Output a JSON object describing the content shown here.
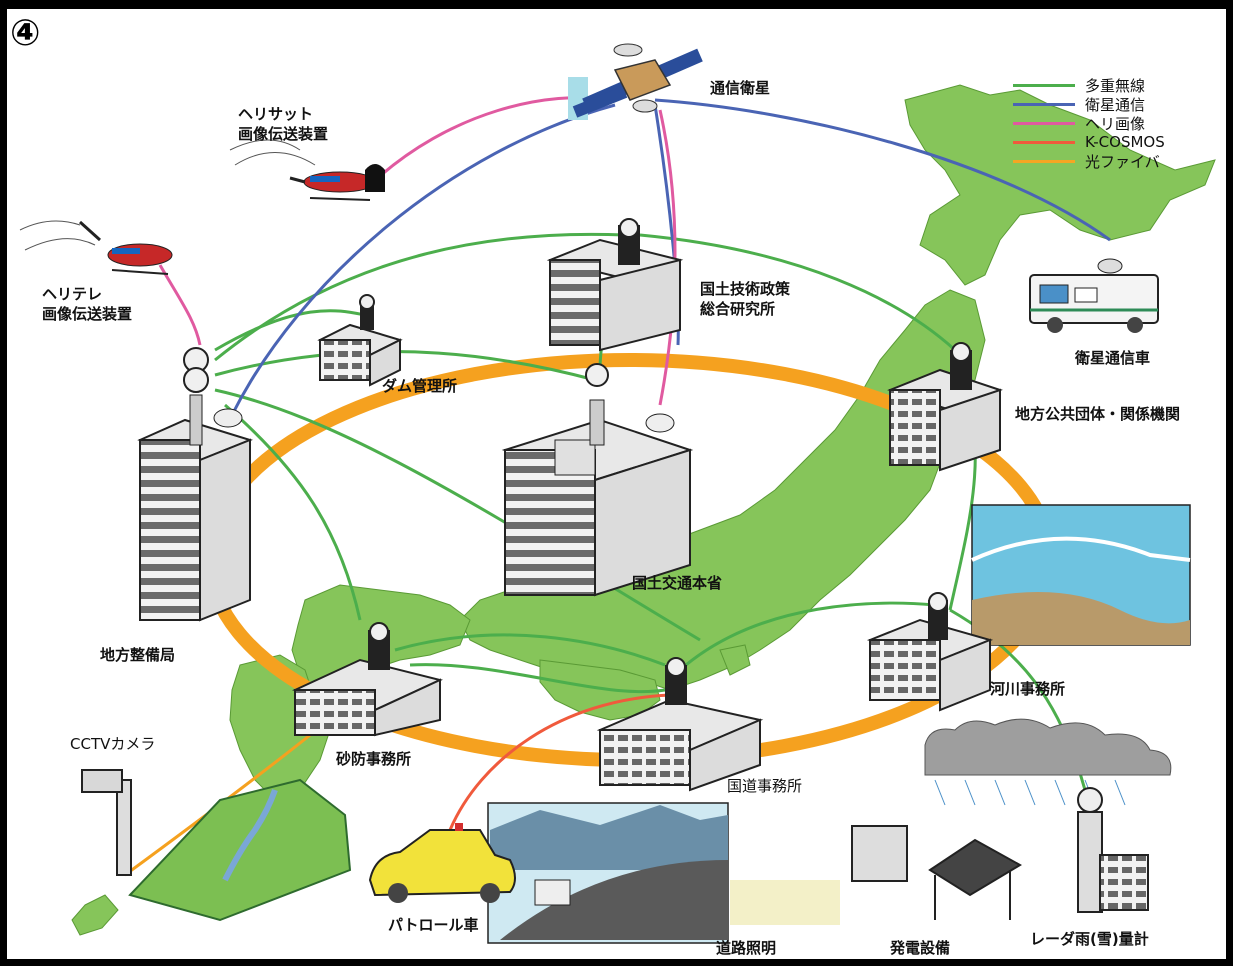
{
  "panel_number": "④",
  "legend": [
    {
      "label": "多重無線",
      "color": "#4cae4c"
    },
    {
      "label": "衛星通信",
      "color": "#4a64b4"
    },
    {
      "label": "ヘリ画像",
      "color": "#e05aa0"
    },
    {
      "label": "K-COSMOS",
      "color": "#f05a3c"
    },
    {
      "label": "光ファイバ",
      "color": "#f5a623"
    }
  ],
  "labels": {
    "satellite": "通信衛星",
    "helisat_1": "ヘリサット",
    "helisat_2": "画像伝送装置",
    "helitele_1": "ヘリテレ",
    "helitele_2": "画像伝送装置",
    "research_1": "国土技術政策",
    "research_2": "総合研究所",
    "satellite_car": "衛星通信車",
    "dam": "ダム管理所",
    "local_gov": "地方公共団体・関係機関",
    "ministry": "国土交通本省",
    "regional": "地方整備局",
    "river": "河川事務所",
    "sabo": "砂防事務所",
    "road_office": "国道事務所",
    "cctv": "CCTVカメラ",
    "patrol": "パトロール車",
    "lighting": "道路照明",
    "power": "発電設備",
    "radar": "レーダ雨(雪)量計"
  }
}
